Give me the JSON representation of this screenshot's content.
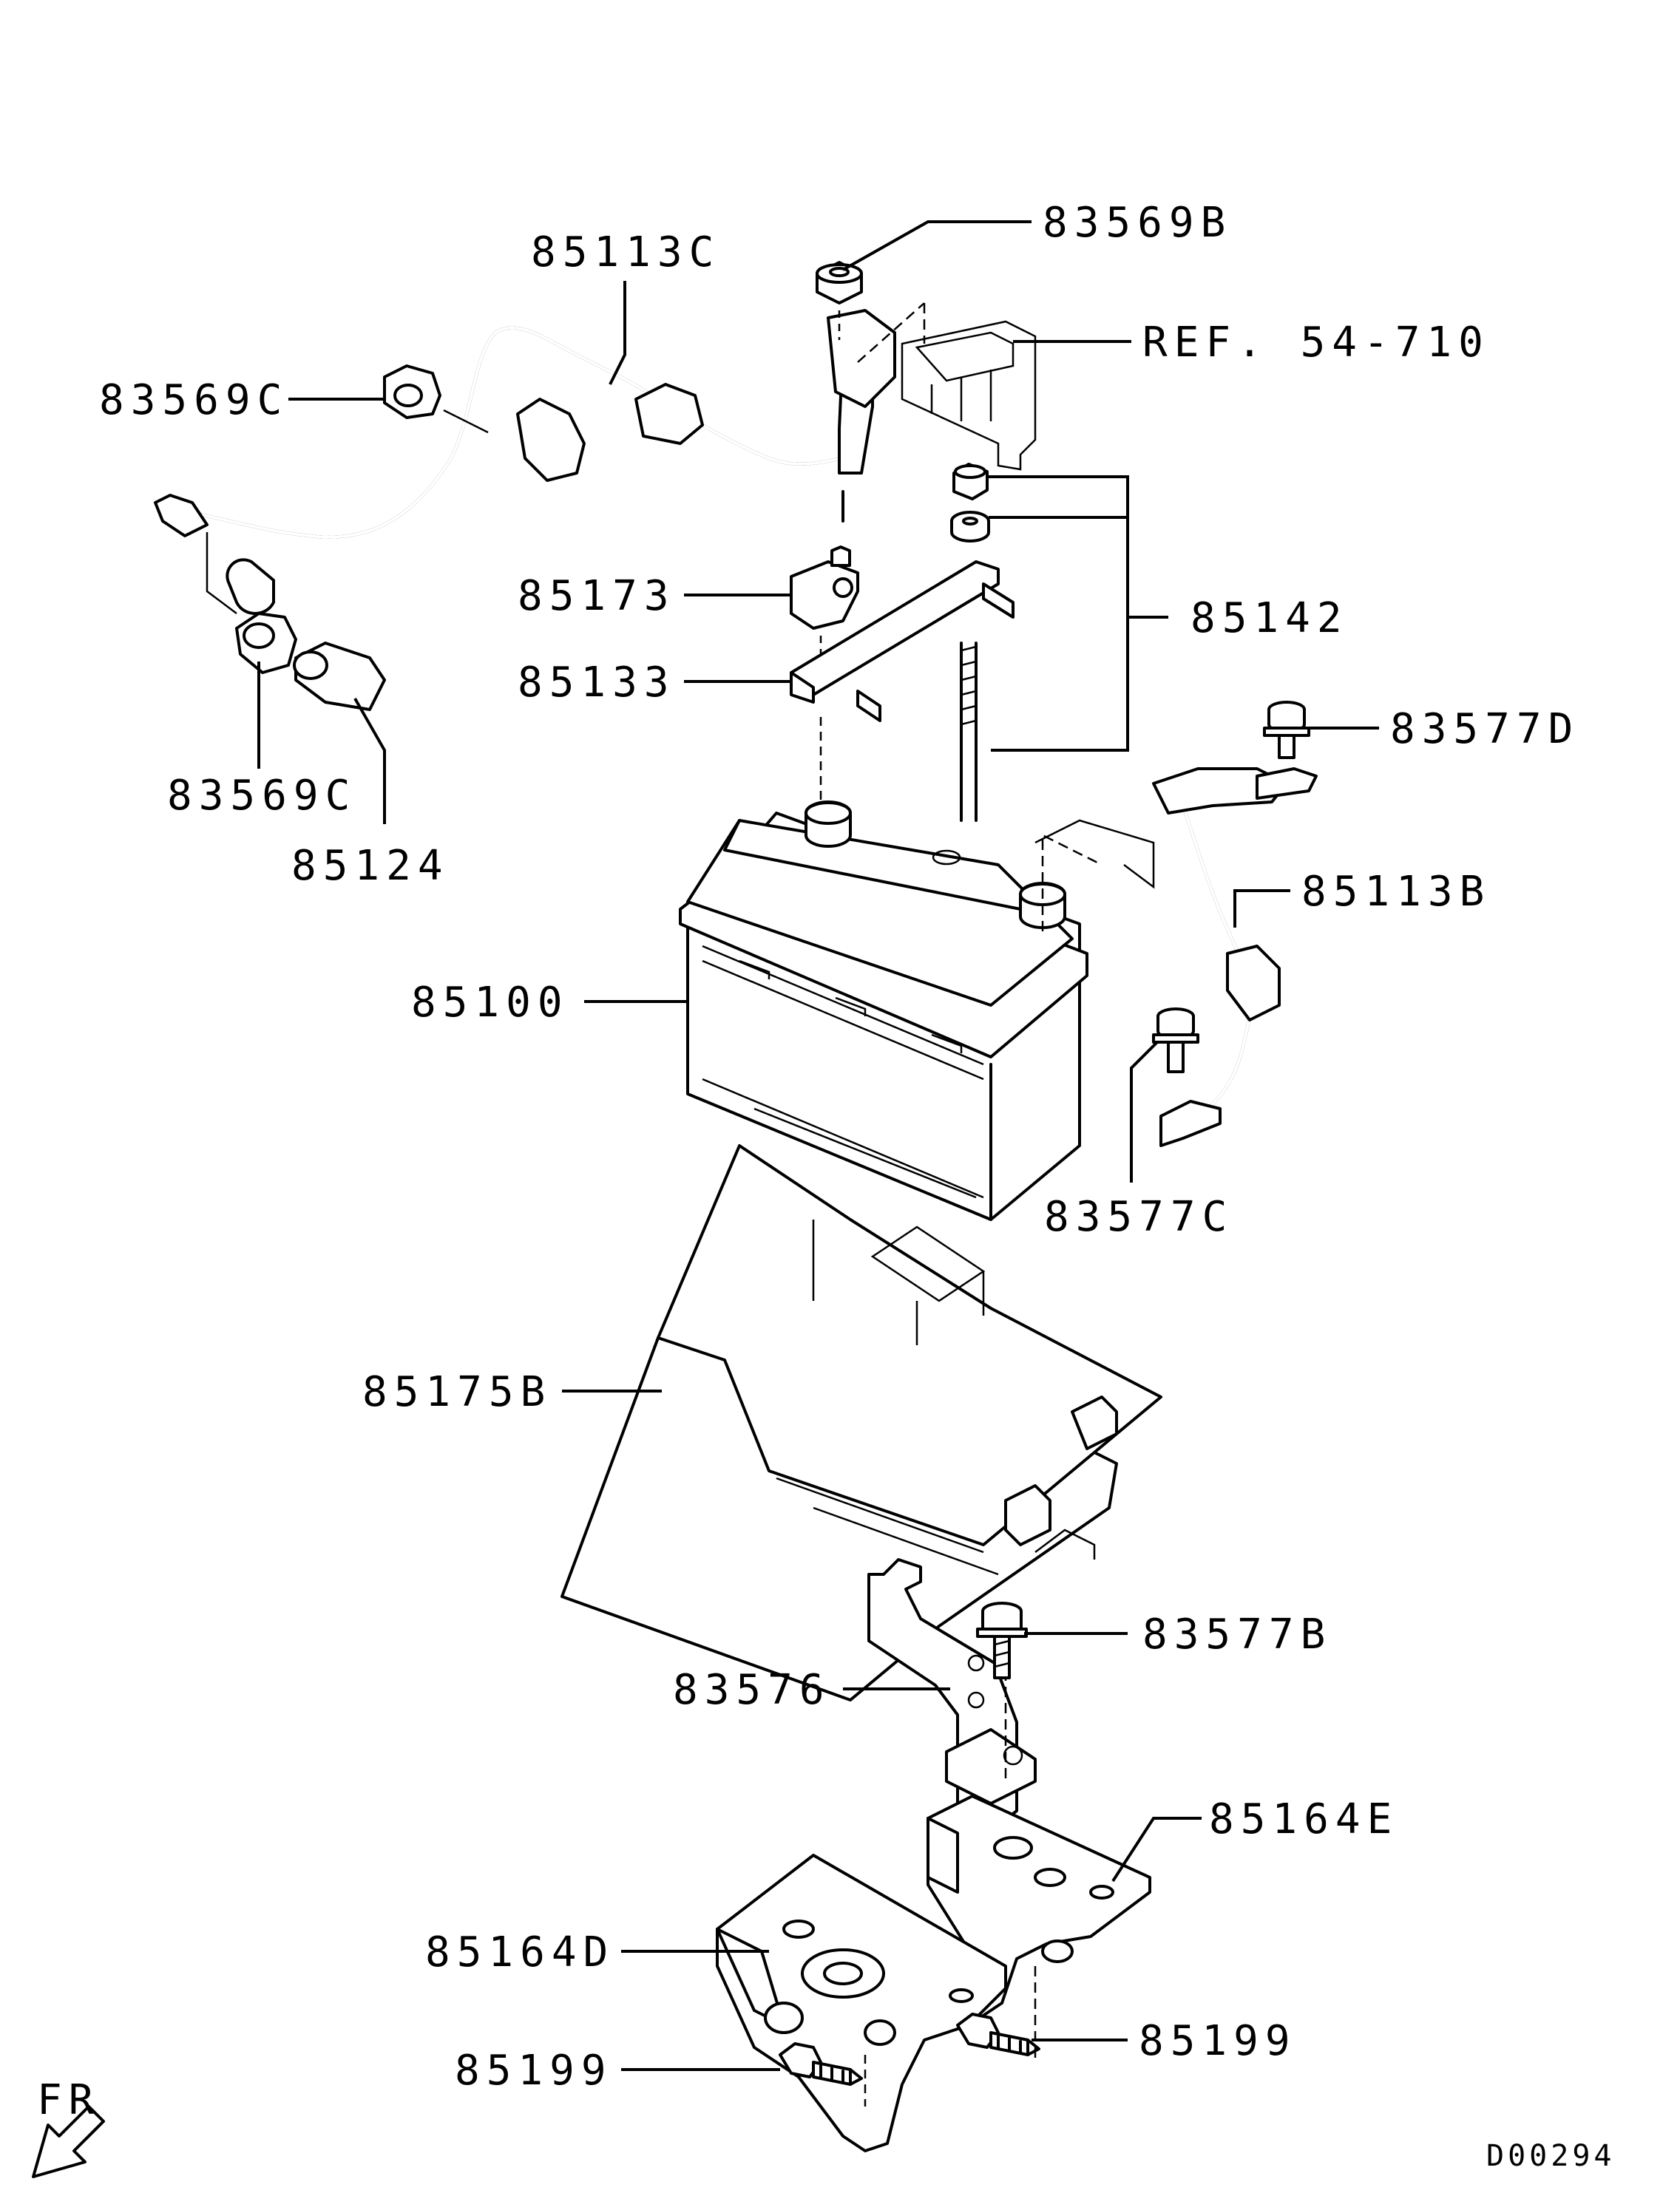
{
  "drawing_code": "D00294",
  "direction_label": "FR",
  "labels": {
    "p83569B": "83569B",
    "p85113C": "85113C",
    "p83569C_top": "83569C",
    "pREF": "REF. 54-710",
    "p85173": "85173",
    "p85142": "85142",
    "p85133": "85133",
    "p83577D": "83577D",
    "p83569C_bottom": "83569C",
    "p85124": "85124",
    "p85113B": "85113B",
    "p85100": "85100",
    "p83577C": "83577C",
    "p85175B": "85175B",
    "p83577B": "83577B",
    "p83576": "83576",
    "p85164E": "85164E",
    "p85164D": "85164D",
    "p85199_left": "85199",
    "p85199_right": "85199"
  }
}
